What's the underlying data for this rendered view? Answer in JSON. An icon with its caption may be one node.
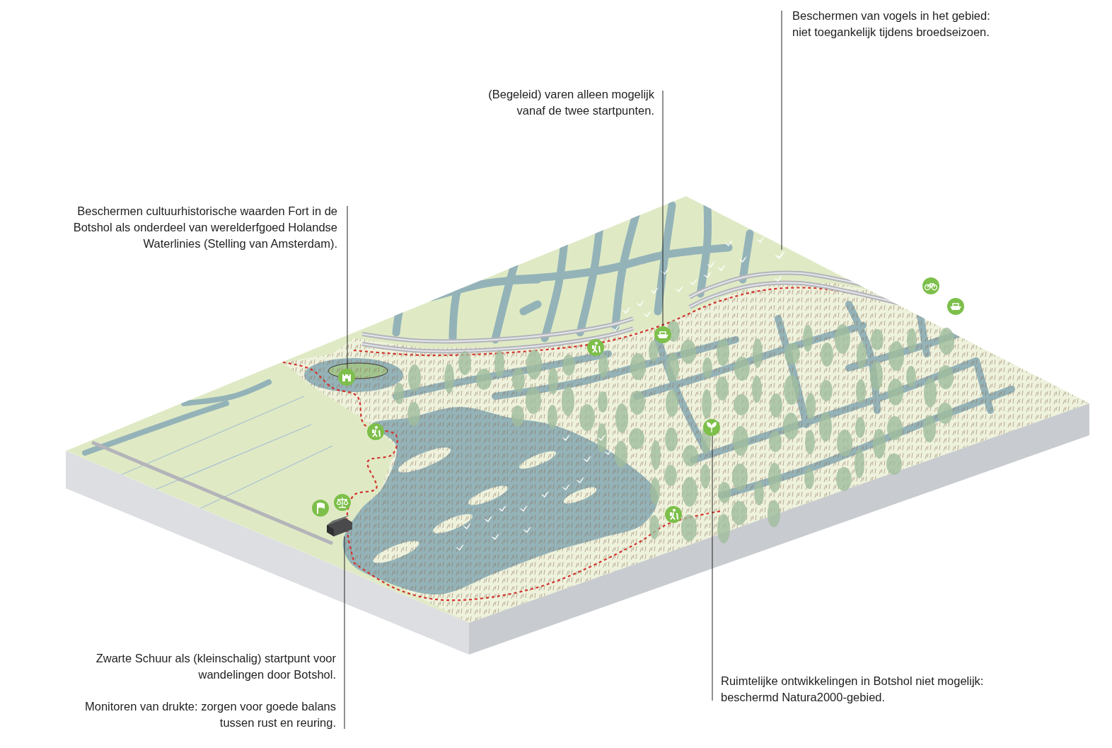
{
  "diagram": {
    "nodes": [
      {
        "text": [
          "Beschermen cultuurhistorische waarden Fort in de Botshol als onderdeel van werelderfgoed Holandse Waterlinies (Stelling van Amsterdam)."
        ]
      },
      {
        "text": [
          "(Begeleid) varen alleen mogelijk vanaf de twee startpunten."
        ]
      },
      {
        "text": [
          "Beschermen van vogels in het gebied: niet toegankelijk tijdens broedseizoen."
        ]
      },
      {
        "text": [
          "Zwarte Schuur als (kleinschalig) startpunt voor wandelingen door Botshol.",
          "Monitoren van drukte: zorgen voor goede balans tussen rust en reuring."
        ]
      },
      {
        "text": [
          "Ruimtelijke ontwikkelingen in Botshol niet mogelijk: beschermd Natura2000-gebied."
        ]
      },
      {
        "text": [],
        "shape": "circle"
      },
      {
        "text": [],
        "shape": "box"
      },
      {
        "text": [],
        "shape": "circle"
      },
      {
        "text": [],
        "shape": "circle"
      },
      {
        "text": [],
        "shape": "bird"
      }
    ],
    "edges": [
      {
        "from": 0,
        "to": 5,
        "arrow": "none"
      },
      {
        "from": 1,
        "to": 7,
        "arrow": "none"
      },
      {
        "from": 2,
        "to": 9,
        "arrow": "none"
      },
      {
        "from": 3,
        "to": 6,
        "arrow": "none"
      },
      {
        "from": 4,
        "to": 8,
        "arrow": "none"
      }
    ]
  }
}
